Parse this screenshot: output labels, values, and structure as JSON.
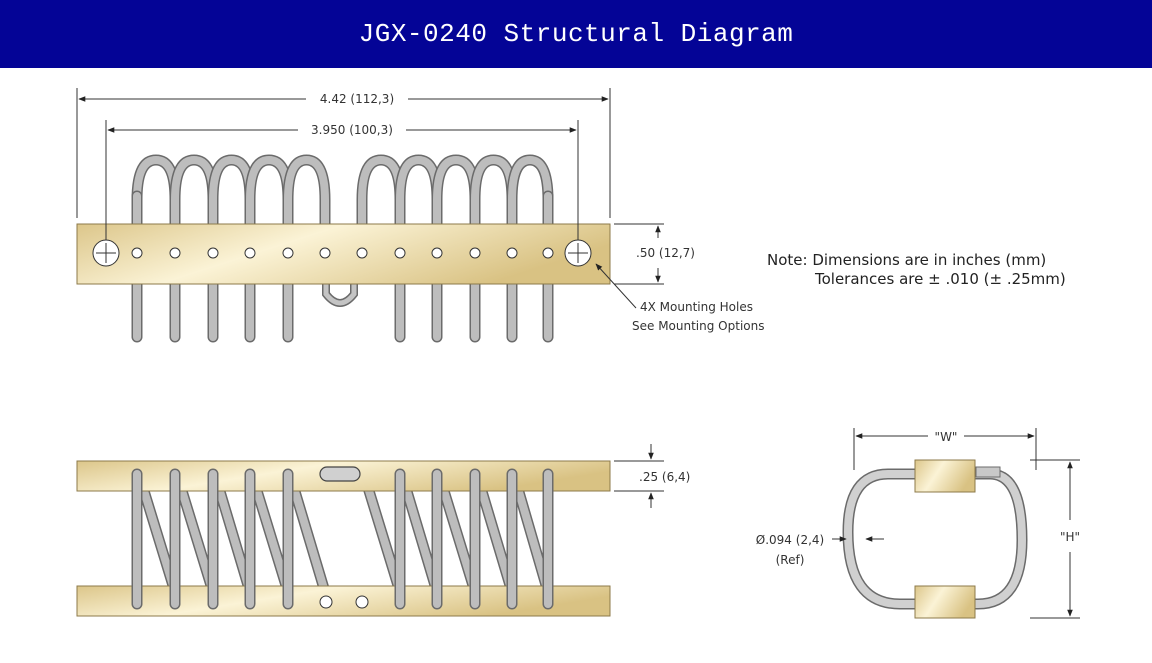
{
  "header": {
    "title": "JGX-0240 Structural Diagram"
  },
  "colors": {
    "banner": "#040496",
    "bar": "#e8d7a4",
    "wire": "#bdbdbd",
    "wire_edge": "#6b6b6b"
  },
  "dimensions": {
    "overall_length": "4.42 (112,3)",
    "hole_spacing": "3.950 (100,3)",
    "bar_height": ".50 (12,7)",
    "bar_thickness": ".25 (6,4)",
    "width_label": "\"W\"",
    "height_label": "\"H\"",
    "wire_diameter": "Ø.094 (2,4)",
    "wire_diameter_ref": "(Ref)"
  },
  "callout": {
    "line1": "4X Mounting Holes",
    "line2": "See Mounting Options"
  },
  "note": {
    "line1": "Note: Dimensions are in inches (mm)",
    "line2": "Tolerances are ± .010 (± .25mm)"
  }
}
